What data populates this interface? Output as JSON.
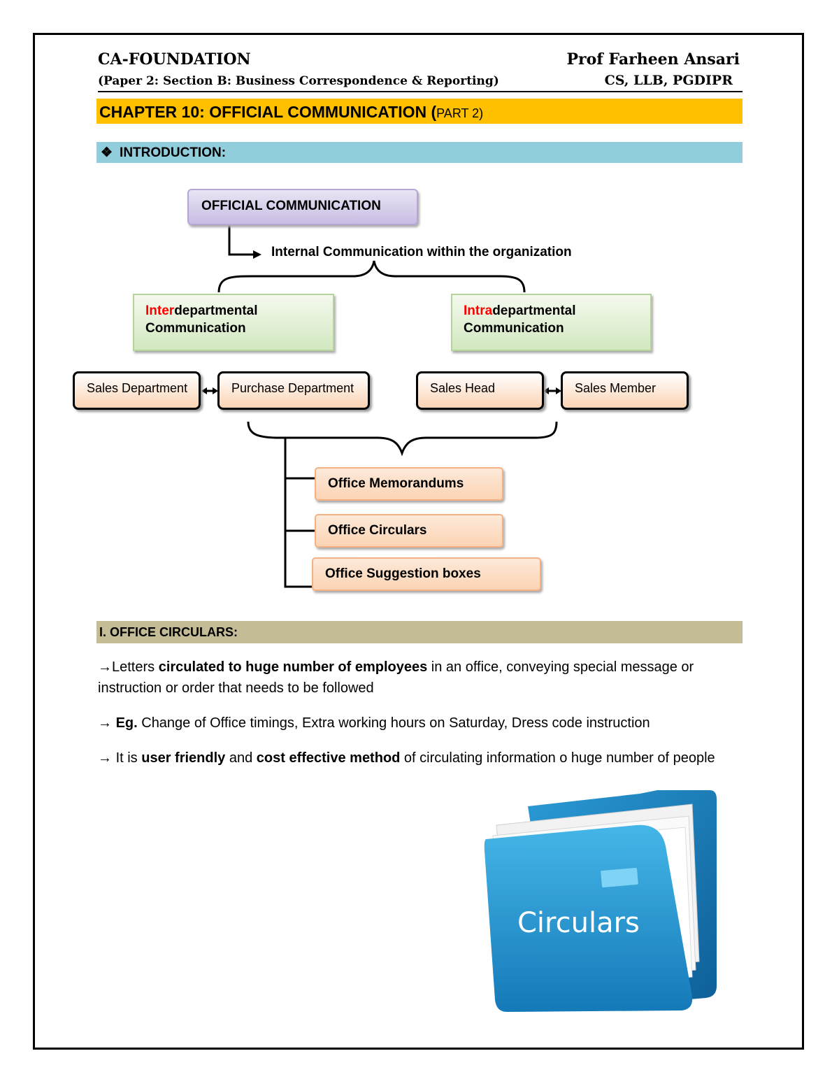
{
  "header": {
    "course": "CA-FOUNDATION",
    "paper": "(Paper 2: Section B: Business Correspondence & Reporting)",
    "author": "Prof Farheen Ansari",
    "credentials": "CS, LLB, PGDIPR"
  },
  "chapter": {
    "title": "CHAPTER 10: OFFICIAL COMMUNICATION (",
    "part": "PART 2)"
  },
  "intro": {
    "bullet": "❖",
    "title": "INTRODUCTION:"
  },
  "diagram": {
    "root": "OFFICIAL COMMUNICATION",
    "internal": "Internal Communication within the organization",
    "inter": {
      "prefix": "Inter",
      "rest": "departmental",
      "line2": "Communication"
    },
    "intra": {
      "prefix": "Intra",
      "rest": "departmental",
      "line2": "Communication"
    },
    "depts": [
      "Sales Department",
      "Purchase Department",
      "Sales Head",
      "Sales Member"
    ],
    "methods": [
      "Office Memorandums",
      "Office Circulars",
      "Office Suggestion boxes"
    ]
  },
  "section": {
    "title": "I. OFFICE CIRCULARS:"
  },
  "paragraphs": {
    "p1": {
      "arrow": "→",
      "a": "Letters ",
      "b": "circulated to huge number of employees",
      "c": " in an office, conveying special message or instruction or order that needs to be followed"
    },
    "p2": {
      "arrow": "→ ",
      "b": "Eg.",
      "c": " Change of Office timings, Extra working hours on Saturday, Dress code instruction"
    },
    "p3": {
      "arrow": "→ ",
      "a": "It is ",
      "b1": "user friendly",
      "m": " and ",
      "b2": "cost effective method",
      "c": " of circulating information o huge number of people"
    }
  },
  "image": {
    "label": "Circulars",
    "icon": "folder-icon",
    "color": "#1E9BD7"
  },
  "colors": {
    "chapter_bar": "#FFC000",
    "intro_bar": "#92CDDC",
    "section_bar": "#C4BC96",
    "accent_red": "#FF0000"
  }
}
